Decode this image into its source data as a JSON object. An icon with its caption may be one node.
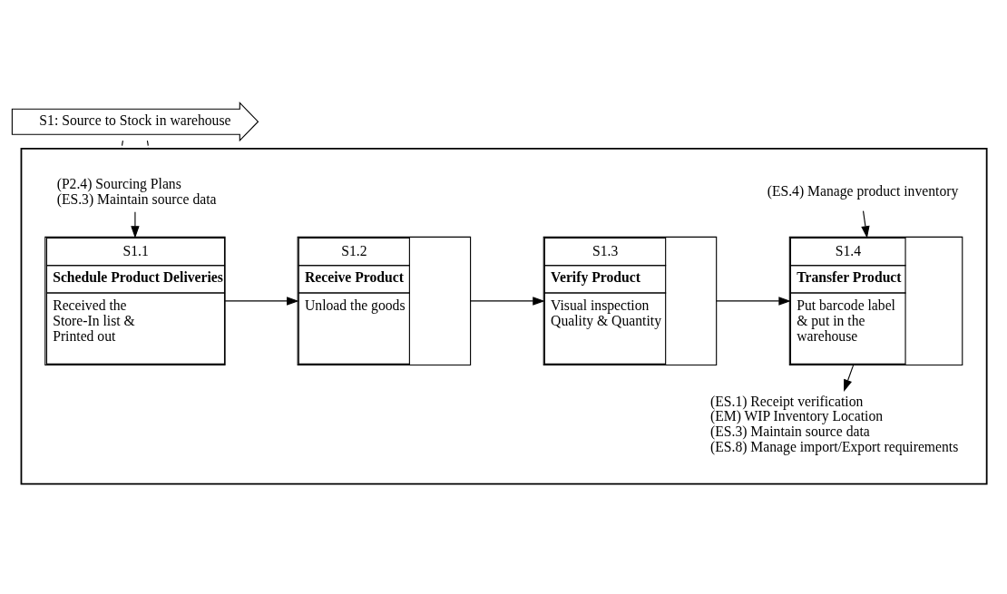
{
  "diagram": {
    "nodes": [
      {
        "text": [
          "S1: Source to Stock in warehouse"
        ]
      },
      {
        "text": [],
        "shape": "arrow"
      },
      {
        "text": [
          "(P2.4) Sourcing Plans",
          "(ES.3) Maintain source data"
        ],
        "in": 1
      },
      {
        "text": [
          "S1.1",
          "Schedule Product Deliveries",
          "Received the Store-In list & Printed out"
        ],
        "in": 1
      },
      {
        "text": [
          "S1.2",
          "Receive Product",
          "Unload the goods"
        ],
        "in": 1
      },
      {
        "text": [
          "S1.3",
          "Verify Product",
          "Visual inspection Quality & Quantity"
        ],
        "in": 1
      },
      {
        "text": [
          "S1.4",
          "Transfer Product",
          "Put barcode label & put in the warehouse"
        ],
        "in": 1
      },
      {
        "text": [
          "(ES.4) Manage product inventory"
        ],
        "in": 1
      },
      {
        "text": [
          "(ES.1) Receipt verification",
          "(EM) WIP Inventory Location",
          "(ES.3) Maintain source data",
          "(ES.8) Manage import/Export requirements"
        ],
        "in": 1
      }
    ],
    "edges": [
      {
        "from": 0,
        "to": 1,
        "arrow": "none",
        "style": "dashed"
      },
      {
        "from": 0,
        "to": 1,
        "arrow": "none",
        "style": "dashed"
      },
      {
        "from": 2,
        "to": 3,
        "arrow": "to"
      },
      {
        "from": 3,
        "to": 4,
        "arrow": "to"
      },
      {
        "from": 4,
        "to": 5,
        "arrow": "to"
      },
      {
        "from": 5,
        "to": 6,
        "arrow": "to"
      },
      {
        "from": 7,
        "to": 6,
        "arrow": "to"
      },
      {
        "from": 6,
        "to": 8,
        "arrow": "to"
      }
    ]
  }
}
